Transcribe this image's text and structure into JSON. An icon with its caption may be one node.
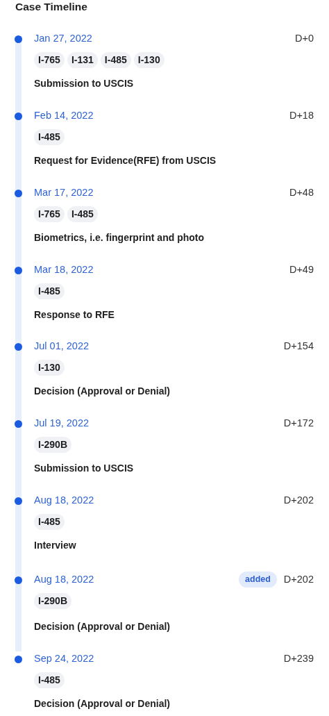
{
  "diagram": {
    "title": "Case Timeline",
    "nodes": [
      {
        "text": [
          "I-765"
        ]
      },
      {
        "text": [
          "I-131"
        ]
      },
      {
        "text": [
          "I-485"
        ]
      },
      {
        "text": [
          "I-130"
        ]
      },
      {
        "text": [
          "I-485"
        ]
      },
      {
        "text": [
          "I-765"
        ]
      },
      {
        "text": [
          "I-485"
        ]
      },
      {
        "text": [
          "I-485"
        ]
      },
      {
        "text": [
          "I-130"
        ]
      },
      {
        "text": [
          "I-290B"
        ]
      },
      {
        "text": [
          "I-485"
        ]
      },
      {
        "text": [
          "added"
        ]
      },
      {
        "text": [
          "I-290B"
        ]
      },
      {
        "text": [
          "I-485"
        ]
      }
    ],
    "labels": [
      "Jan 27, 2022",
      "D+0",
      "Submission to USCIS",
      "Feb 14, 2022",
      "D+18",
      "Request for Evidence(RFE) from USCIS",
      "Mar 17, 2022",
      "D+48",
      "Biometrics, i.e. fingerprint and photo",
      "Mar 18, 2022",
      "D+49",
      "Response to RFE",
      "Jul 01, 2022",
      "D+154",
      "Decision (Approval or Denial)",
      "Jul 19, 2022",
      "D+172",
      "Submission to USCIS",
      "Aug 18, 2022",
      "D+202",
      "Interview",
      "Aug 18, 2022",
      "D+202",
      "Decision (Approval or Denial)",
      "Sep 24, 2022",
      "D+239",
      "Decision (Approval or Denial)"
    ]
  }
}
